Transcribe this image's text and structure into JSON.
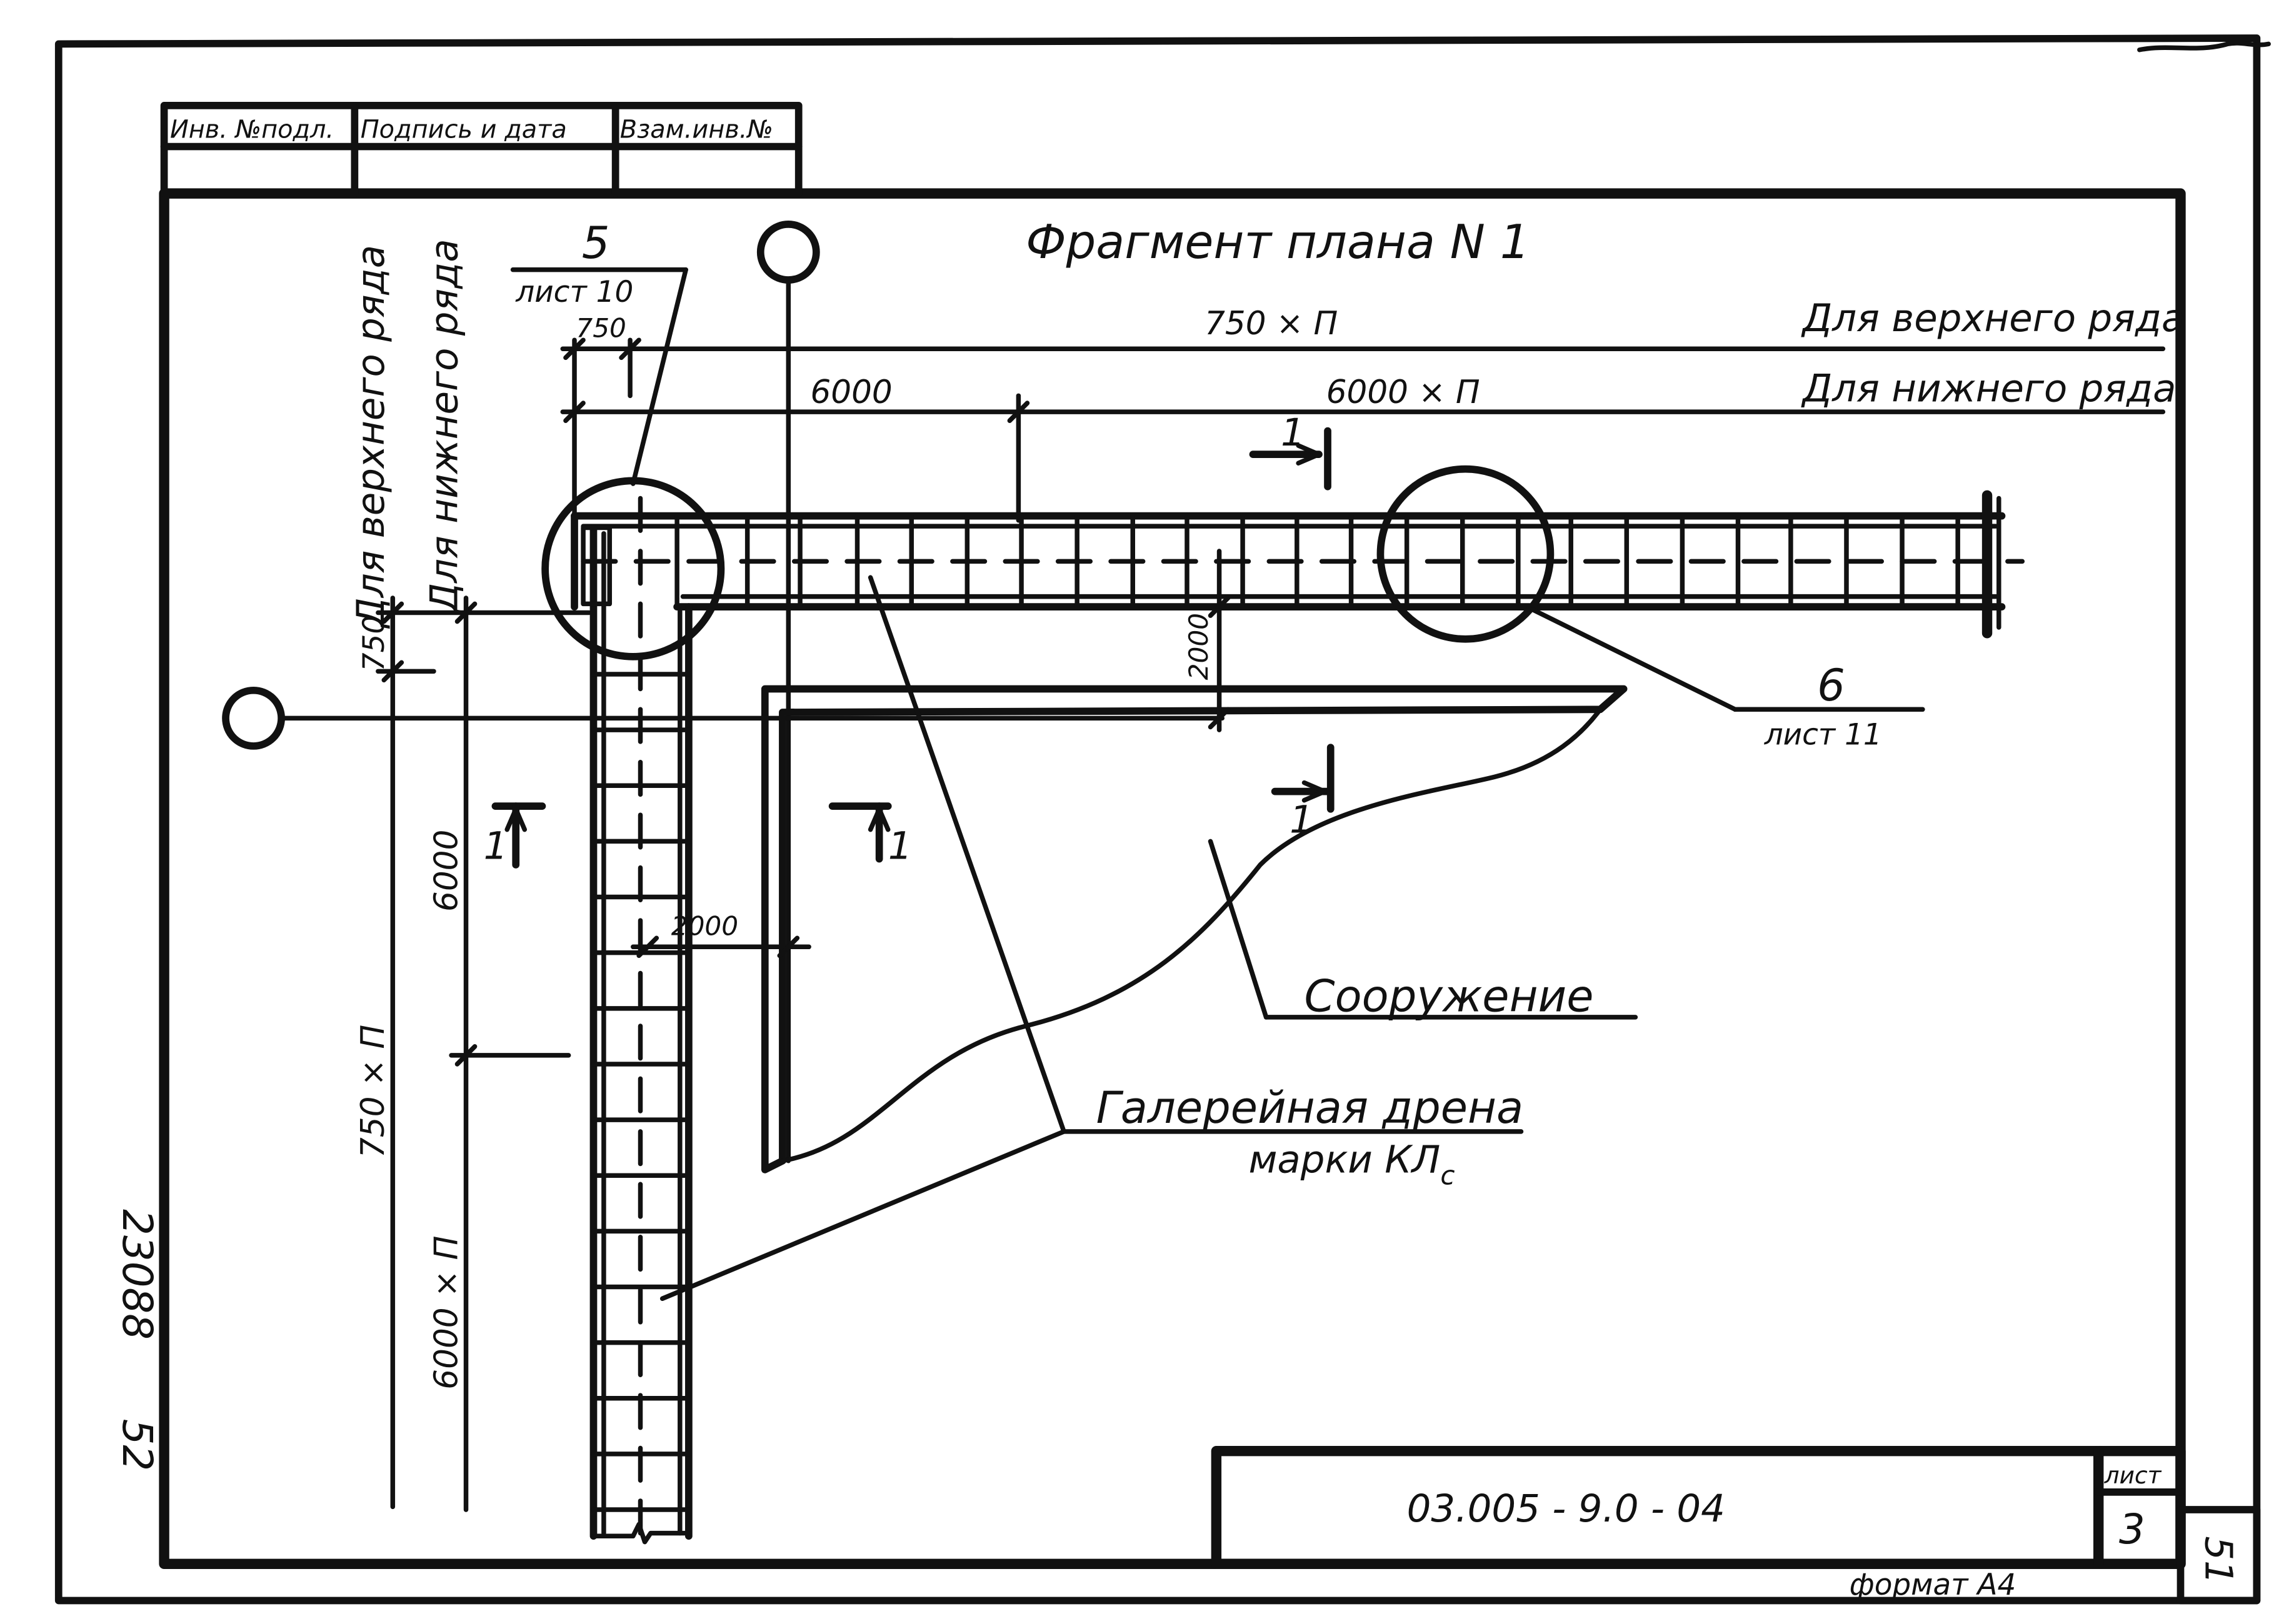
{
  "stamp": {
    "inv_podl": "Инв. №подл.",
    "podpis_data": "Подпись и дата",
    "vzam_inv": "Взам.инв.№"
  },
  "drawing": {
    "title": "Фрагмент плана N 1",
    "upper_row_label": "Для верхнего ряда",
    "lower_row_label": "Для нижнего ряда",
    "vertical_upper_row_label": "Для верхнего ряда",
    "vertical_lower_row_label": "Для нижнего ряда",
    "dim_750": "750",
    "dim_750xn": "750 × П",
    "dim_6000": "6000",
    "dim_6000xn": "6000 × П",
    "dim_2000_top": "2000",
    "dim_2000_left": "2000",
    "dim_750_vertical": "750",
    "dim_750xn_vertical": "750 × П",
    "dim_6000_vertical": "6000",
    "dim_6000xn_vertical": "6000 × П",
    "callout_5_number": "5",
    "callout_5_sheet": "лист 10",
    "callout_6_number": "6",
    "callout_6_sheet": "лист 11",
    "section_1_label": "1",
    "structure_label": "Сооружение",
    "gallery_drain_label": "Галерейная дрена",
    "gallery_drain_mark": "марки КЛ",
    "gallery_drain_mark_sub": "с"
  },
  "title_block": {
    "doc_code": "03.005 - 9.0 - 04",
    "sheet_label": "лист",
    "sheet_number": "3",
    "format": "формат А4"
  },
  "margin": {
    "archive_number": "23088",
    "page_left": "52",
    "page_right": "51"
  }
}
